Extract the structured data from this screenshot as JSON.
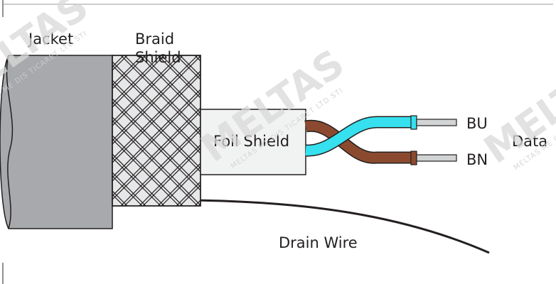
{
  "diagram": {
    "labels": {
      "jacket": "Jacket",
      "braid_line1": "Braid",
      "braid_line2": "Shield",
      "foil": "Foil Shield",
      "bu": "BU",
      "bn": "BN",
      "data": "Data",
      "drain": "Drain Wire"
    },
    "colors": {
      "jacket": "#a7a9ac",
      "braid": "#e6e7e8",
      "foil": "#f1f2f2",
      "wire_blue": "#36e0ee",
      "wire_brown": "#8b4a2f",
      "conductor": "#d1d3d4",
      "outline": "#231f20"
    },
    "watermark": {
      "brand": "MELTAS",
      "tagline": "MELTAS ME DIS TICARET LTD STI"
    }
  }
}
